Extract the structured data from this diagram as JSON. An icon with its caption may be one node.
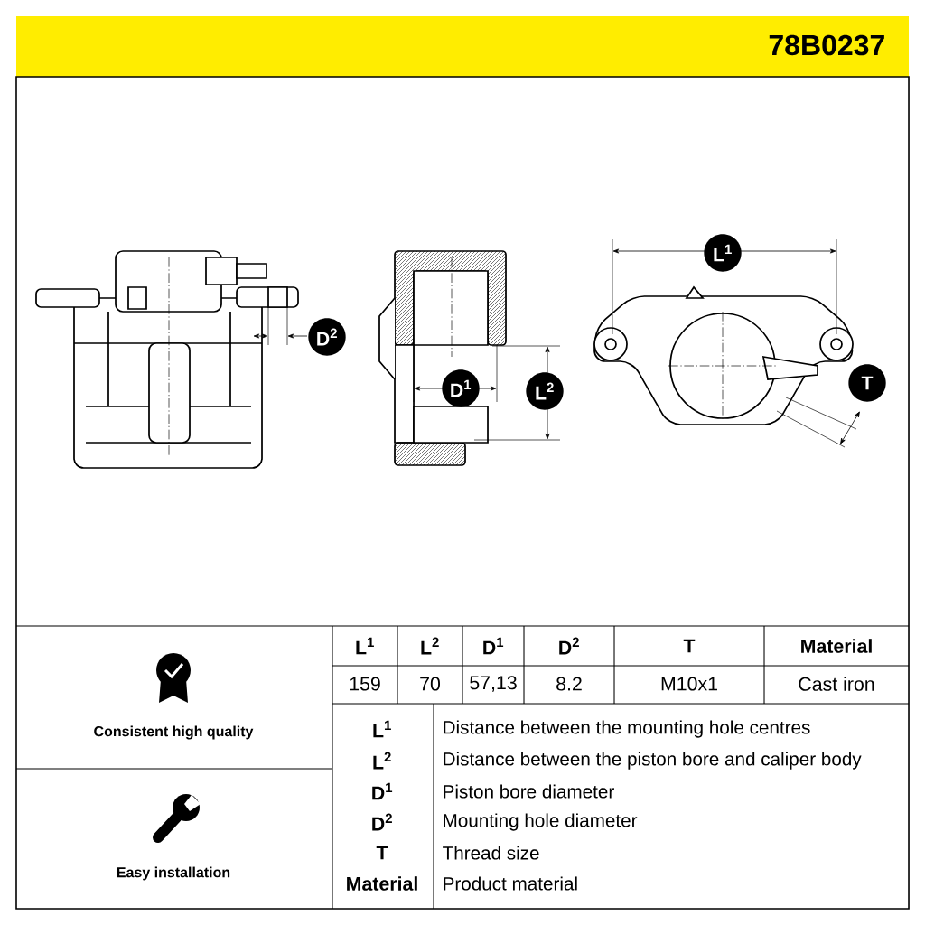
{
  "diagram": {
    "title": "78B0237",
    "nodes": [
      {
        "text": [
          "L$^{1}$"
        ]
      },
      {
        "text": [
          "D$^{2}$"
        ]
      },
      {
        "text": [
          "T"
        ]
      },
      {
        "text": [
          "D$^{1}$"
        ]
      },
      {
        "text": [
          "L$^{2}$"
        ]
      }
    ],
    "labels": [
      "L$^{1}$",
      "L$^{2}$",
      "D$^{1}$",
      "D$^{2}$",
      "T",
      "Material",
      "159",
      "70",
      "57,13",
      "8.2",
      "M10x1",
      "Cast iron",
      "Consistent high quality",
      "L$^{1}$",
      "Distance between the mounting hole centres",
      "L$^{2}$",
      "Distance between the piston bore and caliper body",
      "D$^{1}$",
      "Piston bore diameter",
      "D$^{2}$",
      "Mounting hole diameter",
      "T",
      "Thread size",
      "Material",
      "Product material",
      "Easy installation"
    ]
  }
}
